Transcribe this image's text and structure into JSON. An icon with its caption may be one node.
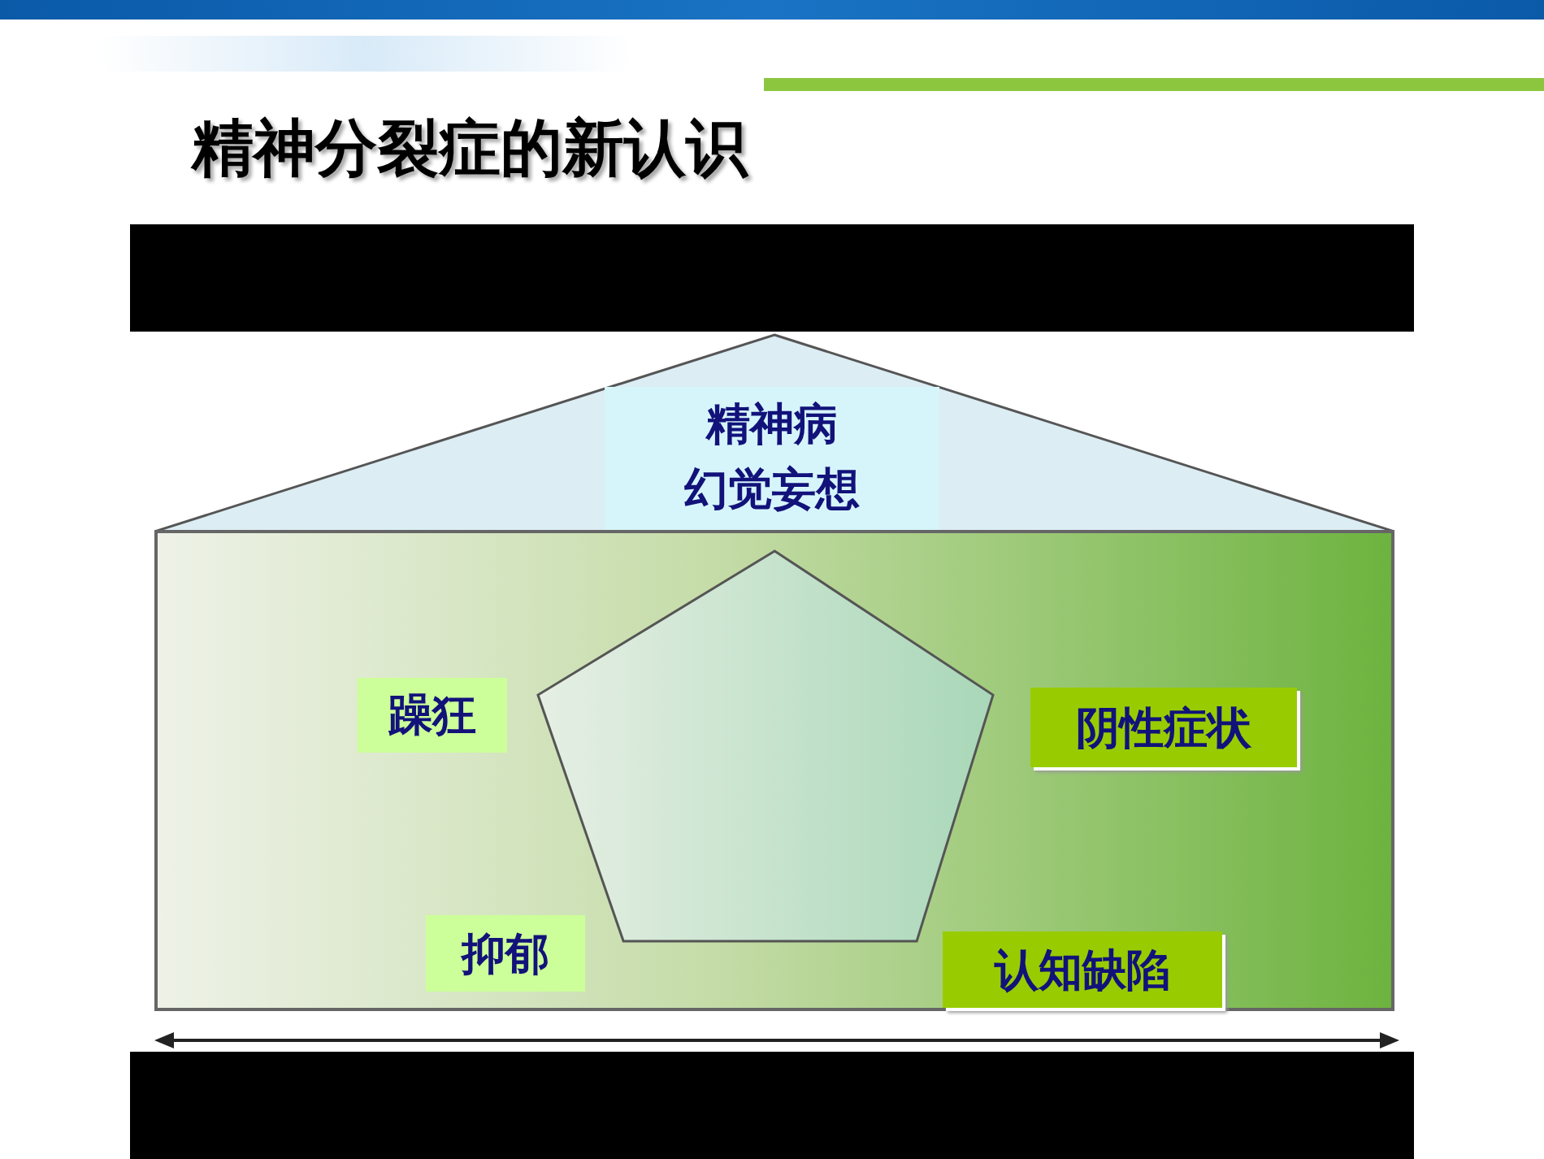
{
  "diagram": {
    "title": "精神分裂症的新认识",
    "nodes": [
      {
        "text": [],
        "shape": "triangle"
      },
      {
        "text": [
          "精神病",
          "幻觉妄想"
        ],
        "in": 0
      },
      {
        "text": [],
        "shape": "box"
      },
      {
        "text": [],
        "shape": "pentagon",
        "in": 2
      },
      {
        "text": [
          "躁狂"
        ],
        "in": 2
      },
      {
        "text": [
          "阴性症状"
        ],
        "in": 2
      },
      {
        "text": [
          "抑郁"
        ],
        "in": 2
      },
      {
        "text": [
          "认知缺陷"
        ],
        "in": 2
      }
    ],
    "edges": []
  }
}
